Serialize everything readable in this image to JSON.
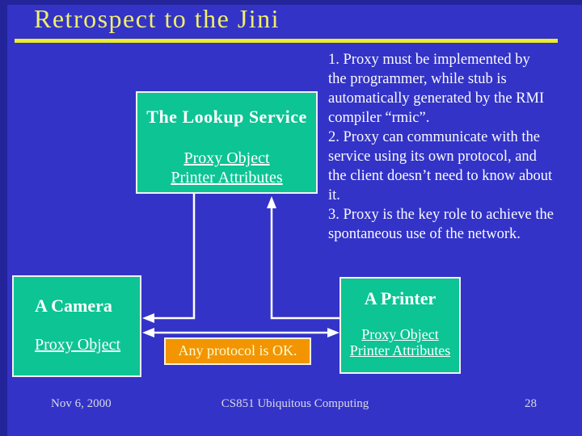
{
  "slide": {
    "title": "Retrospect to the Jini",
    "footer": {
      "date": "Nov 6, 2000",
      "course": "CS851 Ubiquitous Computing",
      "page": "28"
    }
  },
  "notes": {
    "items": [
      "1. Proxy must be implemented by\nthe programmer, while stub is\nautomatically generated by the RMI\ncompiler “rmic”.",
      "2. Proxy can communicate with the\nservice using its own protocol, and\nthe client doesn’t need to know about\nit.",
      "3. Proxy is the key role to achieve the\nspontaneous use of the network."
    ]
  },
  "diagram": {
    "lookup_service": {
      "title": "The Lookup Service",
      "contents": [
        "Proxy Object",
        "Printer Attributes"
      ]
    },
    "camera": {
      "title": "A Camera",
      "contents": [
        "Proxy Object"
      ]
    },
    "printer": {
      "title": "A Printer",
      "contents": [
        "Proxy Object",
        "Printer Attributes"
      ]
    },
    "protocol_note": "Any protocol is OK."
  },
  "colors": {
    "background": "#3333C8",
    "box_green": "#0CC494",
    "box_orange": "#F29500",
    "title_yellow": "#EFEF6A",
    "rule_yellow": "#ECEC2C",
    "connector_white": "#FFFFFF"
  }
}
